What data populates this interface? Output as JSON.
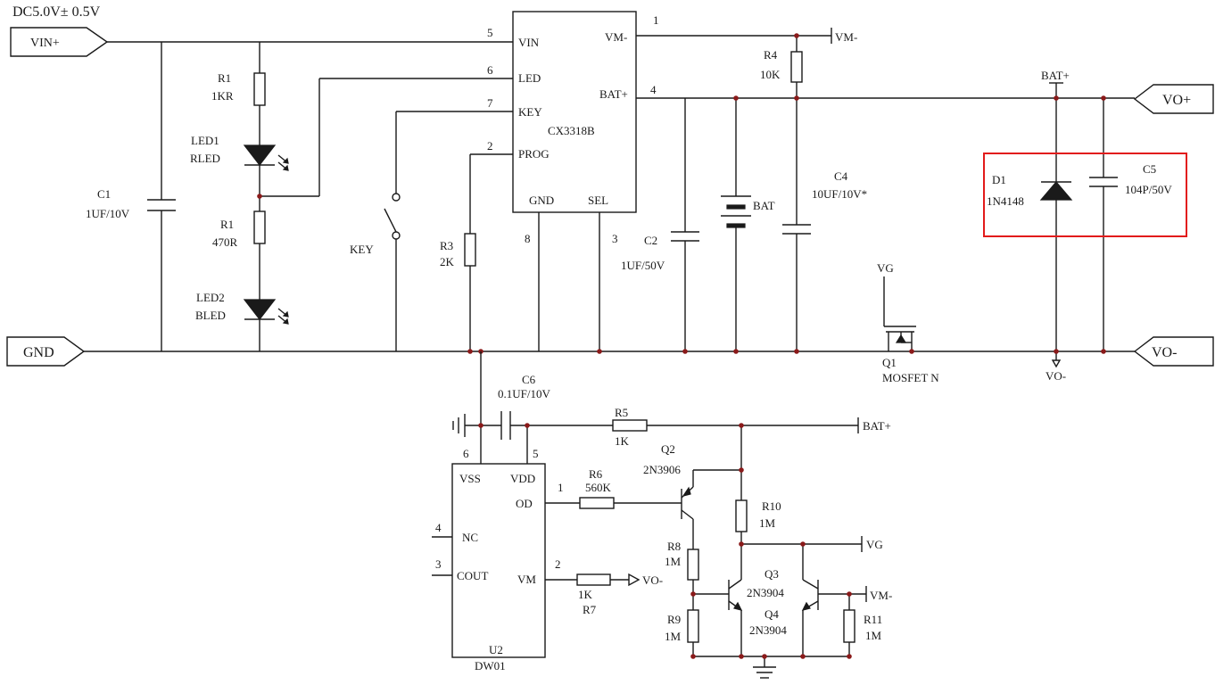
{
  "supply_note": "DC5.0V± 0.5V",
  "ports": {
    "vin": "VIN+",
    "gnd": "GND",
    "vo_pos": "VO+",
    "vo_neg": "VO-"
  },
  "nets": {
    "vm_neg": "VM-",
    "bat_pos": "BAT+",
    "vo_neg": "VO-",
    "vg": "VG"
  },
  "u1": {
    "name": "CX3318B",
    "pins": {
      "vin": "VIN",
      "led": "LED",
      "key": "KEY",
      "prog": "PROG",
      "vm": "VM-",
      "bat": "BAT+",
      "gnd": "GND",
      "sel": "SEL"
    },
    "pin_numbers": {
      "vin": "5",
      "led": "6",
      "key": "7",
      "prog": "2",
      "vm": "1",
      "bat": "4",
      "gnd": "8",
      "sel": "3"
    }
  },
  "u2": {
    "ref": "U2",
    "name": "DW01",
    "pins": {
      "vss": "VSS",
      "vdd": "VDD",
      "od": "OD",
      "nc": "NC",
      "cout": "COUT",
      "vm": "VM"
    },
    "pin_numbers": {
      "vss": "6",
      "vdd": "5",
      "od": "1",
      "nc": "4",
      "cout": "3",
      "vm": "2"
    }
  },
  "components": {
    "r1_top": {
      "ref": "R1",
      "value": "1KR"
    },
    "r1_bottom": {
      "ref": "R1",
      "value": "470R"
    },
    "led1": {
      "ref": "LED1",
      "value": "RLED"
    },
    "led2": {
      "ref": "LED2",
      "value": "BLED"
    },
    "c1": {
      "ref": "C1",
      "value": "1UF/10V"
    },
    "key": {
      "ref": "KEY"
    },
    "r3": {
      "ref": "R3",
      "value": "2K"
    },
    "c2": {
      "ref": "C2",
      "value": "1UF/50V"
    },
    "bat": {
      "ref": "BAT"
    },
    "r4": {
      "ref": "R4",
      "value": "10K"
    },
    "c4": {
      "ref": "C4",
      "value": "10UF/10V*"
    },
    "d1": {
      "ref": "D1",
      "value": "1N4148"
    },
    "c5": {
      "ref": "C5",
      "value": "104P/50V"
    },
    "q1": {
      "ref": "Q1",
      "value": "MOSFET N"
    },
    "c6": {
      "ref": "C6",
      "value": "0.1UF/10V"
    },
    "r5": {
      "ref": "R5",
      "value": "1K"
    },
    "r6": {
      "ref": "R6",
      "value": "560K"
    },
    "r7": {
      "ref": "R7",
      "value": "1K"
    },
    "q2": {
      "ref": "Q2",
      "value": "2N3906"
    },
    "r10": {
      "ref": "R10",
      "value": "1M"
    },
    "r8": {
      "ref": "R8",
      "value": "1M"
    },
    "q3": {
      "ref": "Q3",
      "value": "2N3904"
    },
    "q4": {
      "ref": "Q4",
      "value": "2N3904"
    },
    "r9": {
      "ref": "R9",
      "value": "1M"
    },
    "r11": {
      "ref": "R11",
      "value": "1M"
    }
  },
  "colors": {
    "wire": "#1a1a1a",
    "junction": "#8b1a1a",
    "highlight": "#e21b1b"
  }
}
